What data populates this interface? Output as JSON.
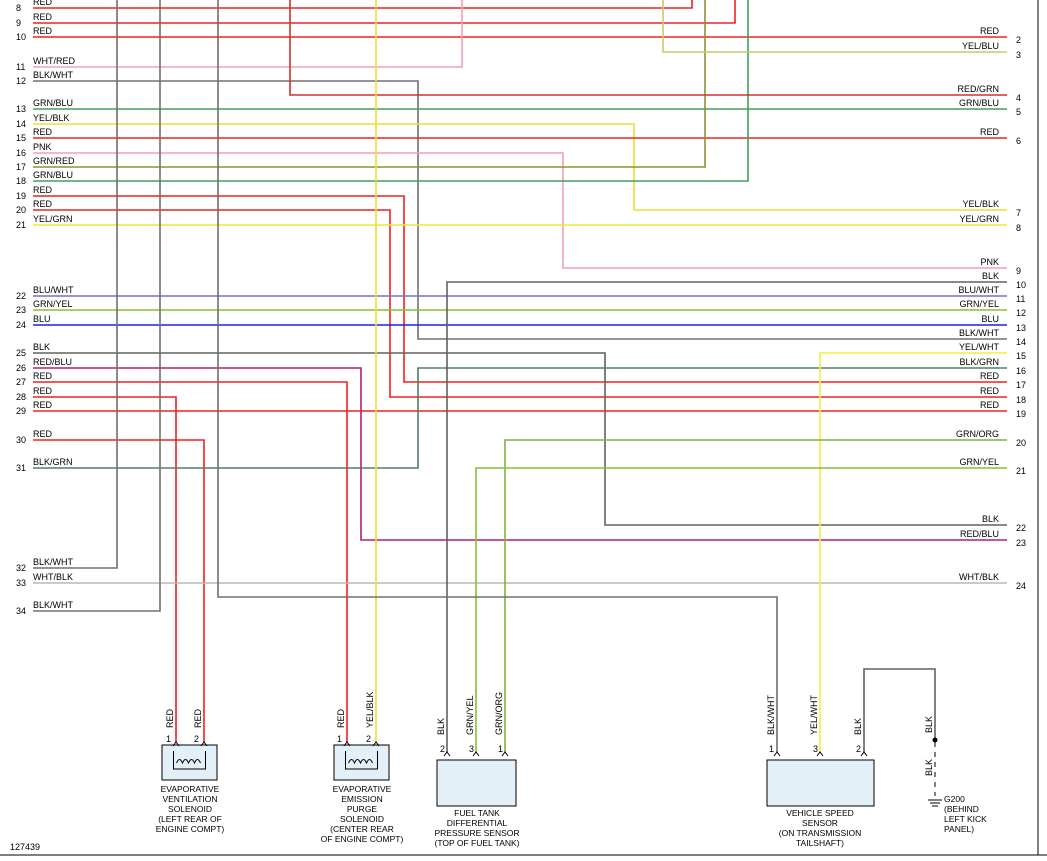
{
  "colors": {
    "RED": "#f02020",
    "WHT/RED": "#f4a0b8",
    "BLK/WHT": "#707070",
    "GRN/BLU": "#40a060",
    "YEL/BLK": "#e8e030",
    "PNK": "#f4a0b4",
    "GRN/RED": "#909030",
    "YEL/GRN": "#e8e838",
    "BLU/WHT": "#7070c8",
    "GRN/YEL": "#88c030",
    "BLU": "#2020e0",
    "BLK": "#606060",
    "RED/BLU": "#b02070",
    "BLK/GRN": "#508060",
    "WHT/BLK": "#b8b8b8",
    "YEL/BLU": "#c8c870",
    "RED/GRN": "#d03030",
    "YEL/WHT": "#f0f040",
    "GRN/ORG": "#80b040",
    "wire": "#606060",
    "component_fill": "#e4f0f8"
  },
  "left_connector": [
    {
      "pin": "8",
      "color": "RED"
    },
    {
      "pin": "9",
      "color": "RED"
    },
    {
      "pin": "10",
      "color": "RED"
    },
    {
      "pin": "11",
      "color": "WHT/RED"
    },
    {
      "pin": "12",
      "color": "BLK/WHT"
    },
    {
      "pin": "13",
      "color": "GRN/BLU"
    },
    {
      "pin": "14",
      "color": "YEL/BLK"
    },
    {
      "pin": "15",
      "color": "RED"
    },
    {
      "pin": "16",
      "color": "PNK"
    },
    {
      "pin": "17",
      "color": "GRN/RED"
    },
    {
      "pin": "18",
      "color": "GRN/BLU"
    },
    {
      "pin": "19",
      "color": "RED"
    },
    {
      "pin": "20",
      "color": "RED"
    },
    {
      "pin": "21",
      "color": "YEL/GRN"
    },
    {
      "pin": "22",
      "color": "BLU/WHT"
    },
    {
      "pin": "23",
      "color": "GRN/YEL"
    },
    {
      "pin": "24",
      "color": "BLU"
    },
    {
      "pin": "25",
      "color": "BLK"
    },
    {
      "pin": "26",
      "color": "RED/BLU"
    },
    {
      "pin": "27",
      "color": "RED"
    },
    {
      "pin": "28",
      "color": "RED"
    },
    {
      "pin": "29",
      "color": "RED"
    },
    {
      "pin": "30",
      "color": "RED"
    },
    {
      "pin": "31",
      "color": "BLK/GRN"
    },
    {
      "pin": "32",
      "color": "BLK/WHT"
    },
    {
      "pin": "33",
      "color": "WHT/BLK"
    },
    {
      "pin": "34",
      "color": "BLK/WHT"
    }
  ],
  "right_connector": [
    {
      "pin": "2",
      "color": "RED"
    },
    {
      "pin": "3",
      "color": "YEL/BLU"
    },
    {
      "pin": "4",
      "color": "RED/GRN"
    },
    {
      "pin": "5",
      "color": "GRN/BLU"
    },
    {
      "pin": "6",
      "color": "RED"
    },
    {
      "pin": "7",
      "color": "YEL/BLK"
    },
    {
      "pin": "8",
      "color": "YEL/GRN"
    },
    {
      "pin": "9",
      "color": "PNK"
    },
    {
      "pin": "10",
      "color": "BLK"
    },
    {
      "pin": "11",
      "color": "BLU/WHT"
    },
    {
      "pin": "12",
      "color": "GRN/YEL"
    },
    {
      "pin": "13",
      "color": "BLU"
    },
    {
      "pin": "14",
      "color": "BLK/WHT"
    },
    {
      "pin": "15",
      "color": "YEL/WHT"
    },
    {
      "pin": "16",
      "color": "BLK/GRN"
    },
    {
      "pin": "17",
      "color": "RED"
    },
    {
      "pin": "18",
      "color": "RED"
    },
    {
      "pin": "19",
      "color": "RED"
    },
    {
      "pin": "20",
      "color": "GRN/ORG"
    },
    {
      "pin": "21",
      "color": "GRN/YEL"
    },
    {
      "pin": "22",
      "color": "BLK"
    },
    {
      "pin": "23",
      "color": "RED/BLU"
    },
    {
      "pin": "24",
      "color": "WHT/BLK"
    }
  ],
  "components": [
    {
      "id": "evap-vent",
      "caption": [
        "EVAPORATIVE",
        "VENTILATION",
        "SOLENOID",
        "(LEFT REAR OF",
        "ENGINE COMPT)"
      ],
      "pins": [
        {
          "pin": "1",
          "color": "RED"
        },
        {
          "pin": "2",
          "color": "RED"
        }
      ]
    },
    {
      "id": "evap-purge",
      "caption": [
        "EVAPORATIVE",
        "EMISSION",
        "PURGE",
        "SOLENOID",
        "(CENTER REAR",
        "OF ENGINE COMPT)"
      ],
      "pins": [
        {
          "pin": "1",
          "color": "RED"
        },
        {
          "pin": "2",
          "color": "YEL/BLK"
        }
      ]
    },
    {
      "id": "fuel-tank",
      "caption": [
        "FUEL TANK",
        "DIFFERENTIAL",
        "PRESSURE SENSOR",
        "(TOP OF FUEL TANK)"
      ],
      "pins": [
        {
          "pin": "2",
          "color": "BLK"
        },
        {
          "pin": "3",
          "color": "GRN/YEL"
        },
        {
          "pin": "1",
          "color": "GRN/ORG"
        }
      ]
    },
    {
      "id": "vss",
      "caption": [
        "VEHICLE SPEED",
        "SENSOR",
        "(ON TRANSMISSION",
        "TAILSHAFT)"
      ],
      "pins": [
        {
          "pin": "1",
          "color": "BLK/WHT"
        },
        {
          "pin": "3",
          "color": "YEL/WHT"
        },
        {
          "pin": "2",
          "color": "BLK"
        }
      ]
    }
  ],
  "ground": {
    "label_top": "BLK",
    "label_bottom": "BLK",
    "caption": [
      "G200",
      "(BEHIND",
      "LEFT KICK",
      "PANEL)"
    ]
  },
  "figure_number": "127439"
}
